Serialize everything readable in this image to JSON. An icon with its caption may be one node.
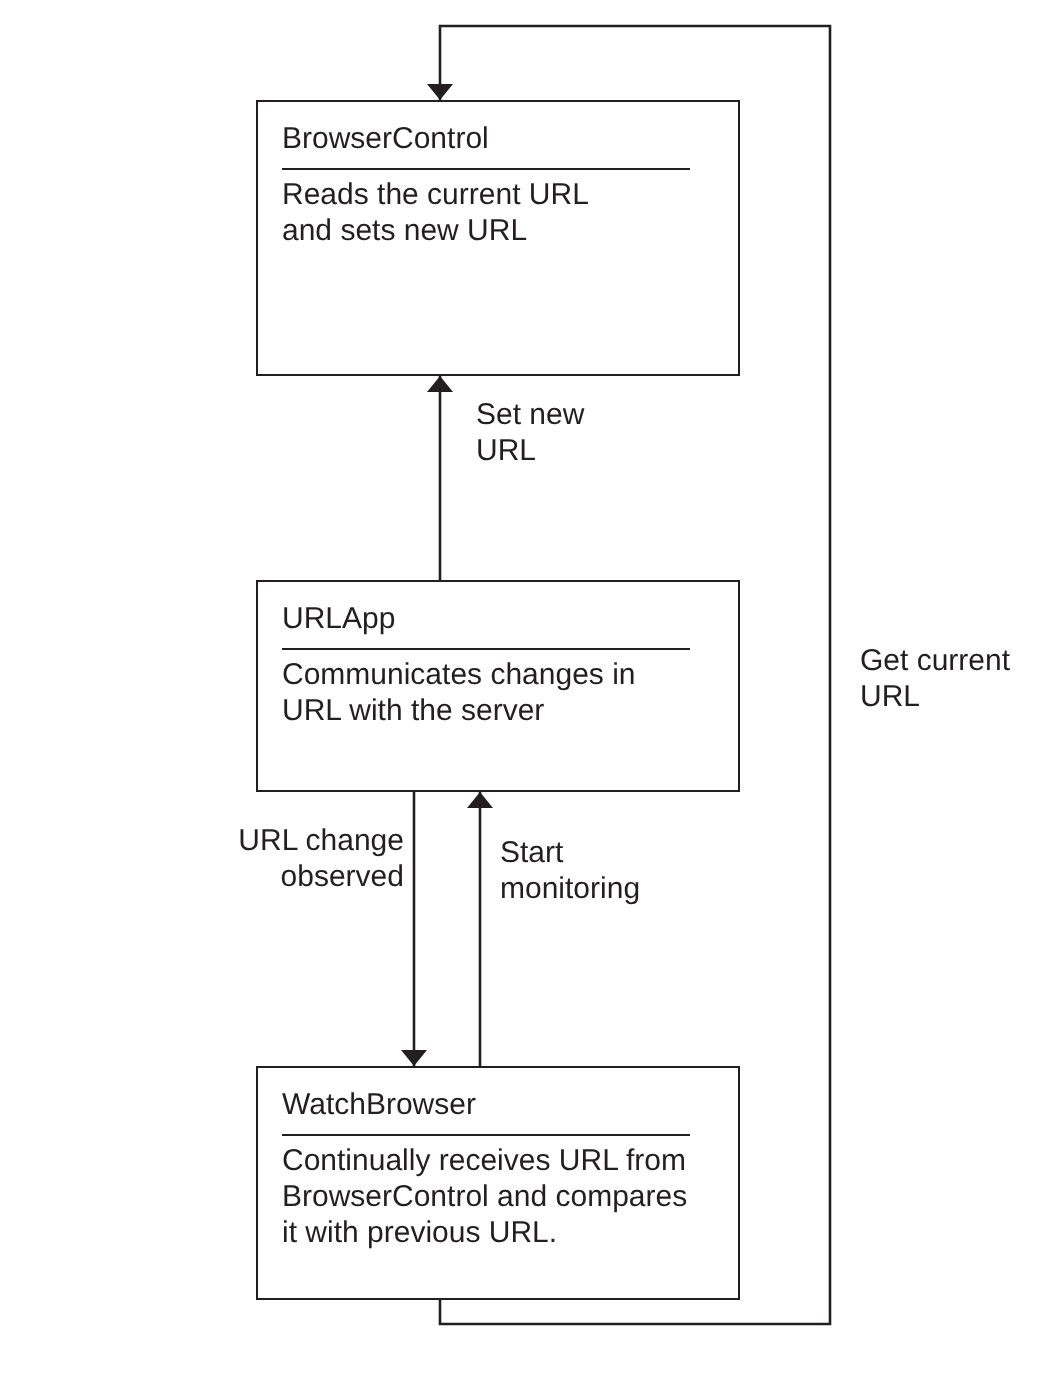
{
  "diagram": {
    "nodes": [
      {
        "text": [
          "BrowserControl",
          "Reads the current URL and sets new URL"
        ]
      },
      {
        "text": [
          "URLApp",
          "Communicates changes in URL with the server"
        ]
      },
      {
        "text": [
          "WatchBrowser",
          "Continually receives URL from BrowserControl and compares it with previous URL."
        ]
      }
    ],
    "edges": [
      {
        "from": 1,
        "to": 0,
        "arrow": "to",
        "label": "Set new URL"
      },
      {
        "from": 1,
        "to": 2,
        "arrow": "to",
        "label": "URL change observed"
      },
      {
        "from": 2,
        "to": 1,
        "arrow": "to",
        "label": "Start monitoring"
      },
      {
        "from": 2,
        "to": 0,
        "arrow": "to",
        "label": "Get current URL"
      }
    ]
  }
}
